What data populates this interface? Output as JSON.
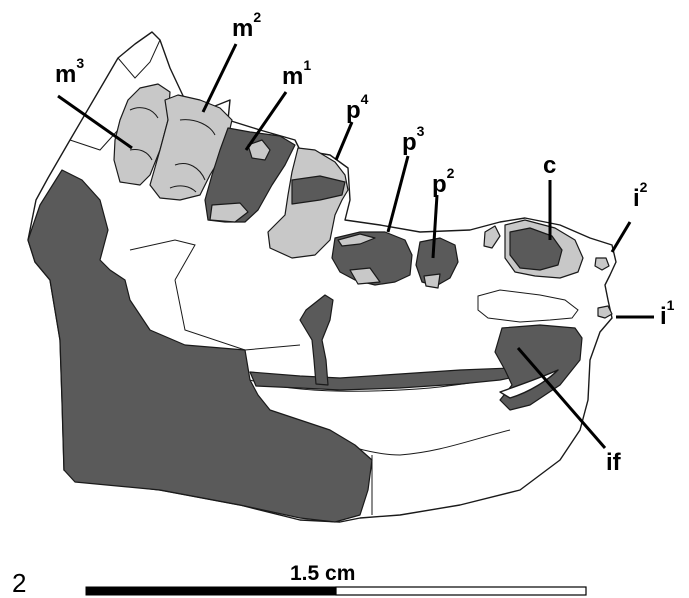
{
  "labels": {
    "m3": {
      "base": "m",
      "sup": "3"
    },
    "m2": {
      "base": "m",
      "sup": "2"
    },
    "m1": {
      "base": "m",
      "sup": "1"
    },
    "p4": {
      "base": "p",
      "sup": "4"
    },
    "p3": {
      "base": "p",
      "sup": "3"
    },
    "p2": {
      "base": "p",
      "sup": "2"
    },
    "c": {
      "base": "c"
    },
    "i2": {
      "base": "i",
      "sup": "2"
    },
    "i1": {
      "base": "i",
      "sup": "1"
    },
    "if": {
      "base": "if"
    }
  },
  "panel_number": "2",
  "scale_bar": {
    "label": "1.5 cm"
  },
  "colors": {
    "bone": "#5a5a5a",
    "tooth": "#c8c8c8",
    "outline": "#1a1a1a",
    "background": "#ffffff"
  }
}
